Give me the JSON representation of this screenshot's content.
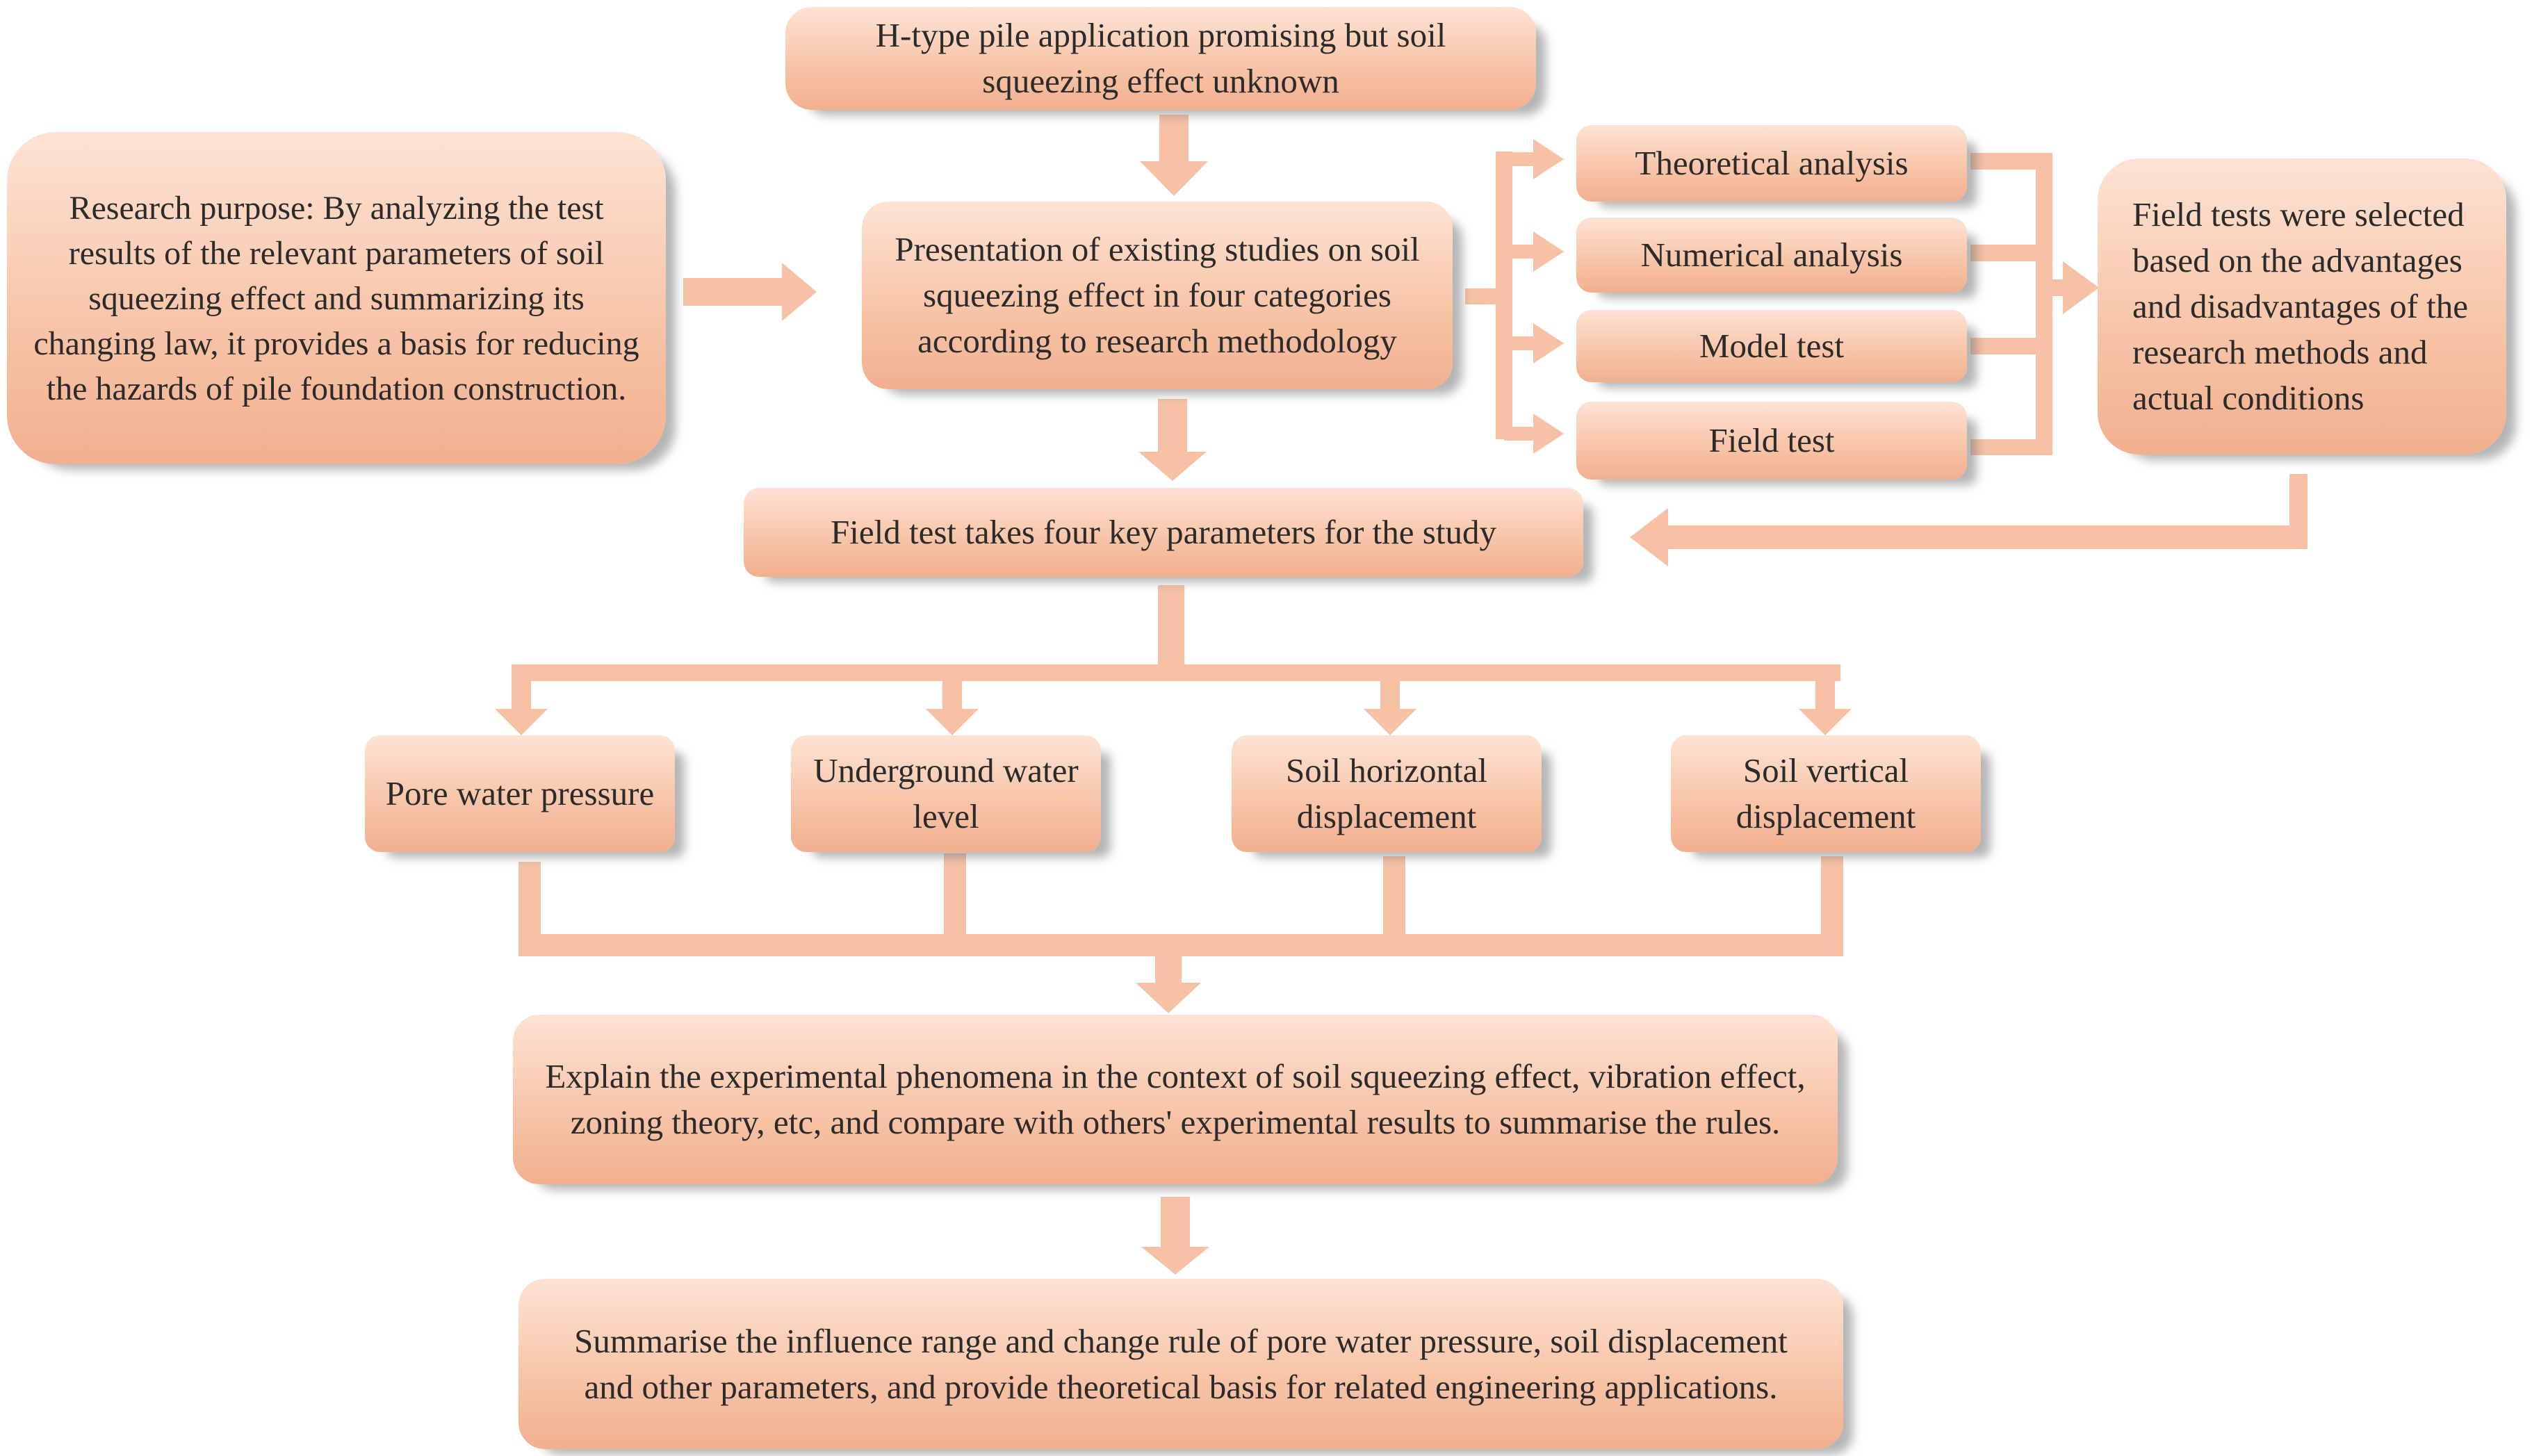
{
  "colors": {
    "box_fill": "#f6c0a2",
    "arrow": "#f6c1a5",
    "shadow": "#8c8c8c"
  },
  "nodes": {
    "top": "H-type pile application promising but soil squeezing effect unknown",
    "purpose": "Research purpose: By analyzing the test results of the relevant parameters of soil squeezing effect and summarizing its changing law, it provides a basis for reducing the hazards of pile foundation construction.",
    "existing": "Presentation of existing studies on soil squeezing effect in four categories according to research methodology",
    "methods": [
      "Theoretical analysis",
      "Numerical analysis",
      "Model test",
      "Field test"
    ],
    "selection": "Field tests were selected based on the advantages and disadvantages of the research methods and actual conditions",
    "key_params": "Field test takes four key parameters for the study",
    "params": [
      "Pore water pressure",
      "Underground water level",
      "Soil horizontal displacement",
      "Soil vertical displacement"
    ],
    "explain": "Explain the experimental phenomena in the context of soil squeezing effect, vibration effect, zoning theory, etc, and compare with others' experimental results to summarise the rules.",
    "summary": "Summarise the influence range and change rule of pore water pressure, soil displacement and other parameters, and provide theoretical basis for related engineering applications."
  }
}
